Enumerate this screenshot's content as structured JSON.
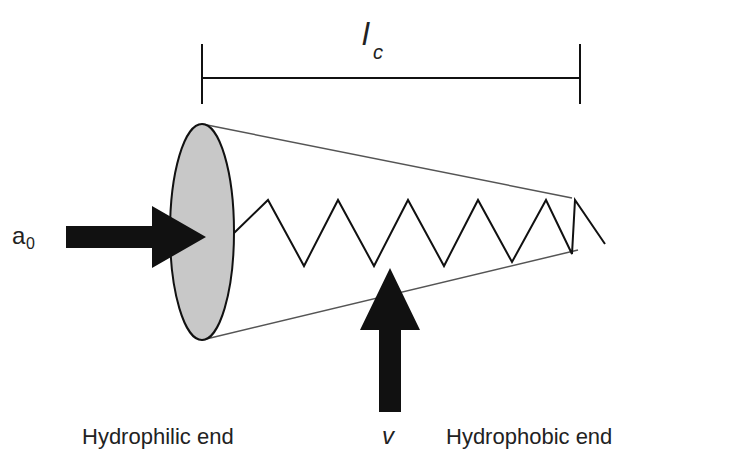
{
  "diagram": {
    "labels": [
      "l",
      "c",
      "a",
      "0",
      "Hydrophilic end",
      "v",
      "Hydrophobic end"
    ]
  }
}
